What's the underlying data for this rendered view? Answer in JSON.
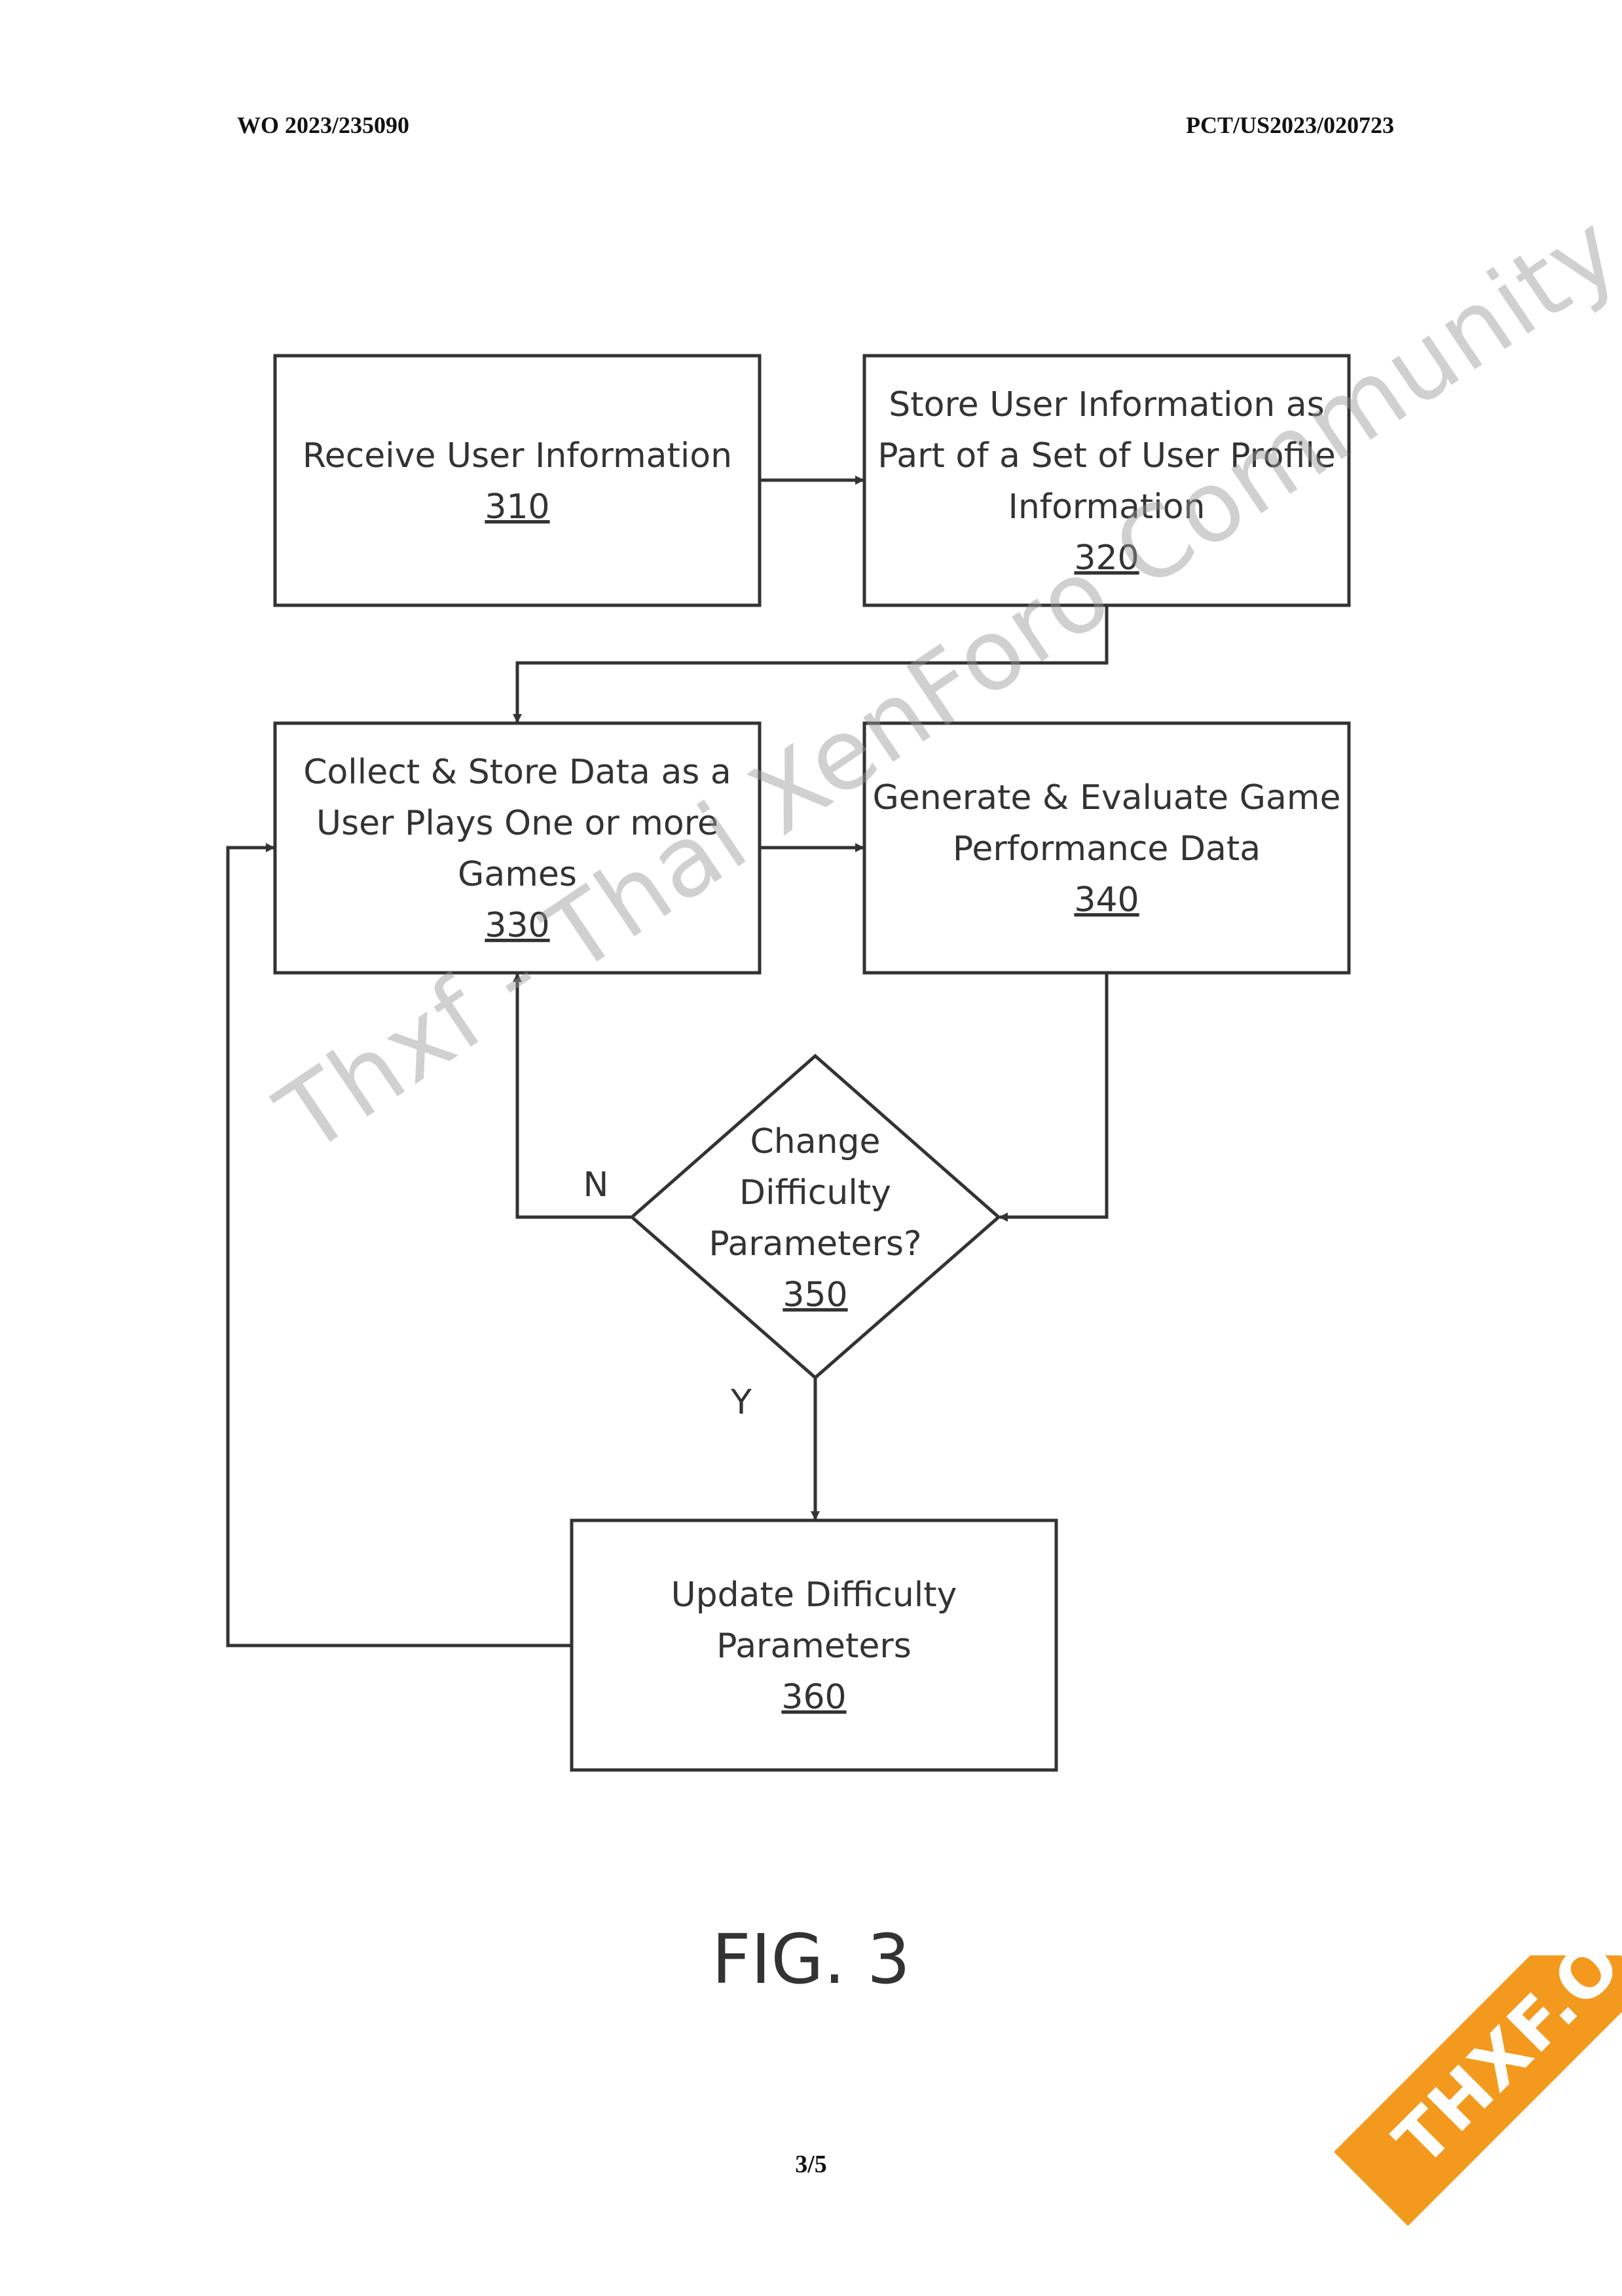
{
  "header": {
    "left": "WO 2023/235090",
    "right": "PCT/US2023/020723"
  },
  "boxes": {
    "b310": {
      "lines": [
        "Receive User Information"
      ],
      "ref": "310"
    },
    "b320": {
      "lines": [
        "Store User Information as",
        "Part of a Set of User Profile",
        "Information"
      ],
      "ref": "320"
    },
    "b330": {
      "lines": [
        "Collect & Store Data as a",
        "User Plays One or more",
        "Games"
      ],
      "ref": "330"
    },
    "b340": {
      "lines": [
        "Generate & Evaluate Game",
        "Performance Data"
      ],
      "ref": "340"
    },
    "d350": {
      "lines": [
        "Change",
        "Difficulty",
        "Parameters?"
      ],
      "ref": "350"
    },
    "b360": {
      "lines": [
        "Update Difficulty",
        "Parameters"
      ],
      "ref": "360"
    }
  },
  "labels": {
    "no": "N",
    "yes": "Y"
  },
  "figure_label": "FIG. 3",
  "page_number": "3/5",
  "watermark": "Thxf - Thai XenForo Community",
  "badge": "THXF.ORG",
  "colors": {
    "line": "#333333",
    "badge": "#f39a1e",
    "watermark": "#969696"
  }
}
